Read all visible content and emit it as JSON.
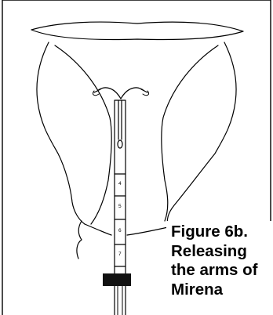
{
  "caption": {
    "lines": [
      "Figure 6b.",
      "Releasing",
      "the arms of",
      "Mirena"
    ]
  },
  "inserter": {
    "scale_marks": [
      "4",
      "5",
      "6",
      "7"
    ]
  }
}
